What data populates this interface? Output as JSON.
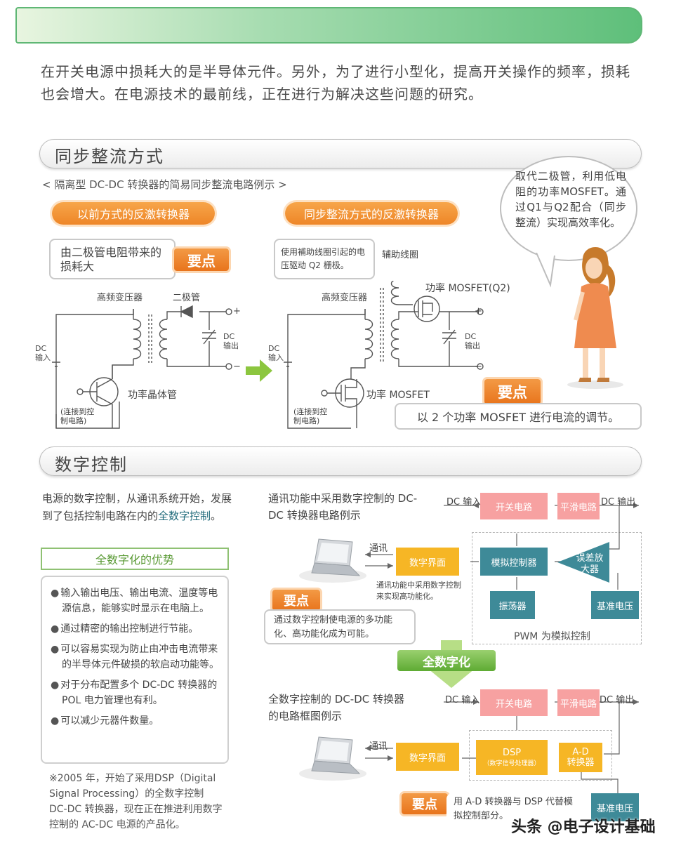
{
  "intro": "在开关电源中损耗大的是半导体元件。另外，为了进行小型化，提高开关操作的频率，损耗也会增大。在电源技术的最前线，正在进行为解决这些问题的研究。",
  "section1": {
    "title": "同步整流方式",
    "subtitle": "< 隔离型 DC-DC 转换器的简易同步整流电路例示 >",
    "left_pill": "以前方式的反激转换器",
    "right_pill": "同步整流方式的反激转换器",
    "left_callout": "由二极管电阻带来的损耗大",
    "yaodian": "要点",
    "right_callout": "使用補助线圈引起的电压驱动 Q2 栅极。",
    "labels": {
      "hf_transformer": "高频变压器",
      "diode": "二极管",
      "dc_input": "DC\n输入",
      "dc_output": "DC\n输出",
      "power_transistor": "功率晶体管",
      "connect_ctrl": "(连接到控\n制电路)",
      "aux_coil": "辅助线圈",
      "power_mosfet_q2": "功率 MOSFET(Q2)",
      "power_mosfet": "功率 MOSFET",
      "plus": "+",
      "minus": "−"
    },
    "bubble": "取代二极管，利用低电阻的功率MOSFET。通过Q1与Q2配合（同步整流）实现高效率化。",
    "bottom_callout": "以 2 个功率 MOSFET 进行电流的调节。"
  },
  "section2": {
    "title": "数字控制",
    "lead_a": "电源的数字控制，从通讯系统开始，发展到了包括控制电路在内的",
    "lead_b": "全数字控制",
    "lead_c": "。",
    "advantage_title": "全数字化的优势",
    "advantages": [
      "输入输出电压、输出电流、温度等电源信息，能够实时显示在电脑上。",
      "通过精密的输出控制进行节能。",
      "可以容易实现为防止由冲击电流带来的半导体元件破损的软启动功能等。",
      "对于分布配置多个 DC-DC 转换器的 POL 电力管理也有利。",
      "可以减少元器件数量。"
    ],
    "note": "※2005 年，开始了采用DSP（Digital Signal Processing）的全数字控制 DC-DC 转换器，现在正在推进利用数字控制的 AC-DC 电源的产品化。",
    "diagram1": {
      "title": "通讯功能中采用数字控制的 DC-DC 转换器电路例示",
      "dc_in": "DC 输入",
      "dc_out": "DC 输出",
      "switch": "开关电路",
      "smooth": "平滑电路",
      "comm": "通讯",
      "digital_if": "数字界面",
      "analog_ctrl": "模拟控制器",
      "error_amp": "误差放大器",
      "oscillator": "振荡器",
      "ref_voltage": "基准电压",
      "comm_note": "通讯功能中采用数字控制来实现高功能化。",
      "pwm_note": "PWM 为模拟控制",
      "yaodian": "要点",
      "callout": "通过数字控制使电源的多功能化、高功能化成为可能。"
    },
    "arrow_label": "全数字化",
    "diagram2": {
      "title": "全数字控制的 DC-DC 转换器的电路框图例示",
      "dc_in": "DC 输入",
      "dc_out": "DC 输出",
      "switch": "开关电路",
      "smooth": "平滑电路",
      "comm": "通讯",
      "digital_if": "数字界面",
      "dsp": "DSP",
      "dsp_sub": "（数字信号处理器）",
      "adc": "A-D\n转换器",
      "ref_voltage": "基准电压",
      "yaodian": "要点",
      "callout": "用 A-D 转换器与 DSP 代替模拟控制部分。"
    }
  },
  "watermark": "头条 @电子设计基础"
}
